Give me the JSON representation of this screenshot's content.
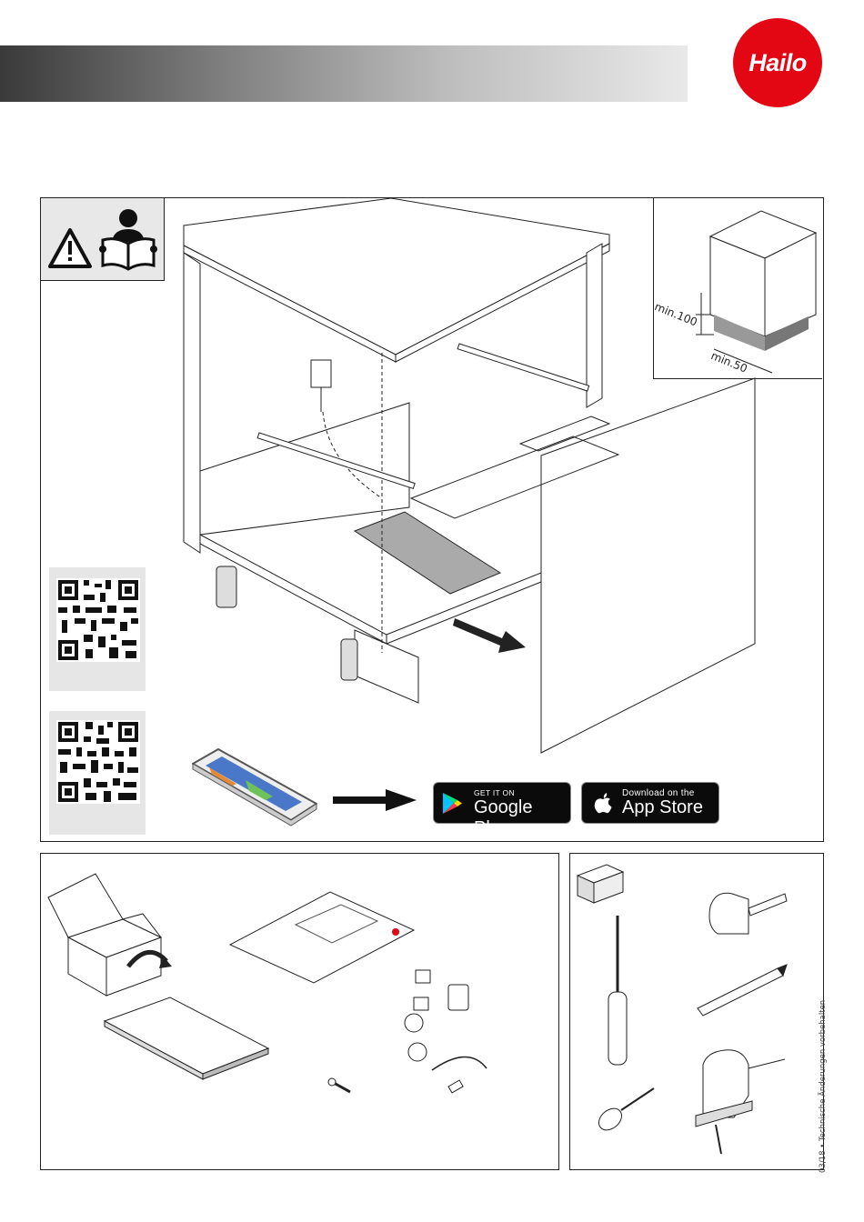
{
  "brand": {
    "logo_text": "Hailo",
    "logo_color": "#e30613"
  },
  "dimensions": {
    "height_label": "min.100",
    "depth_label": "min.50"
  },
  "stores": {
    "google": {
      "small": "GET IT ON",
      "big": "Google Play"
    },
    "apple": {
      "small": "Download on the",
      "big": "App Store"
    }
  },
  "footer": {
    "note": "03/18 • Technische Änderungen vorbehalten"
  },
  "icons": {
    "warning": "warning-triangle-icon",
    "manual": "read-manual-icon",
    "qr1": "qr-code-icon",
    "qr2": "qr-code-icon",
    "phone": "smartphone-icon",
    "arrow": "arrow-right-icon",
    "google": "google-play-icon",
    "apple": "apple-icon"
  }
}
